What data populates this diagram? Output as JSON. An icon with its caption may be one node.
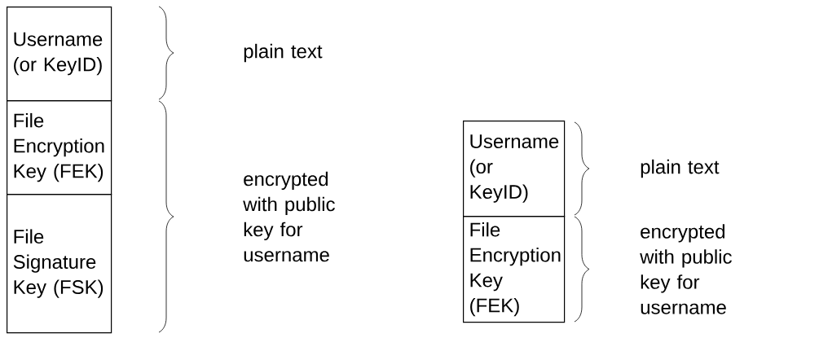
{
  "diagram": {
    "nodes": [
      {
        "text": [
          "Username (or KeyID)"
        ]
      },
      {
        "text": [
          "File Encryption Key (FEK)"
        ]
      },
      {
        "text": [
          "File Signature Key (FSK)"
        ]
      },
      {
        "text": [
          "Username (or KeyID)"
        ]
      },
      {
        "text": [
          "File Encryption Key (FEK)"
        ]
      }
    ],
    "labels": [
      "plain text",
      "encrypted with public key for username",
      "plain text",
      "encrypted with public key for username"
    ]
  }
}
